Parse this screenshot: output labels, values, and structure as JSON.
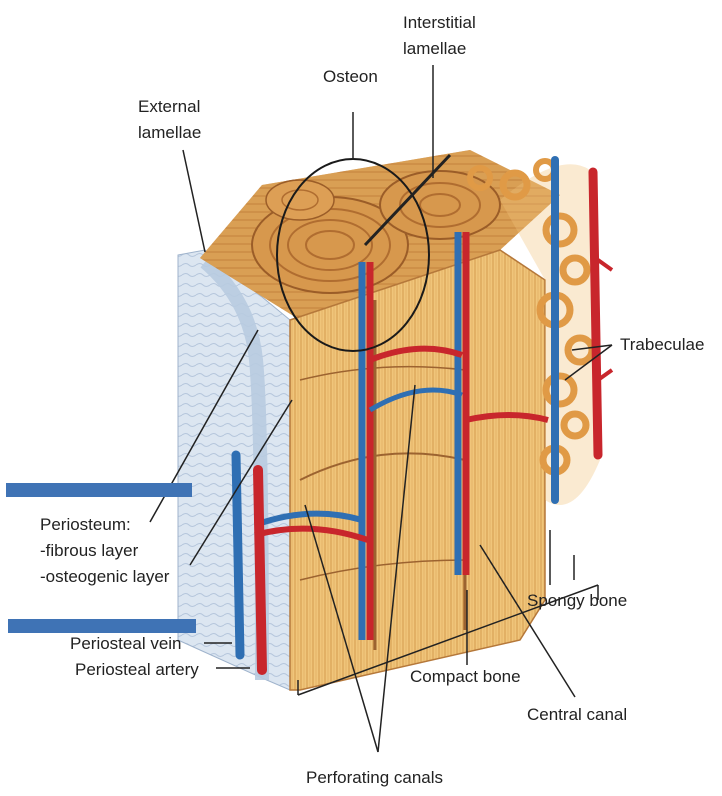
{
  "labels": {
    "interstitial_1": "Interstitial",
    "interstitial_2": "lamellae",
    "osteon": "Osteon",
    "external_1": "External",
    "external_2": "lamellae",
    "trabeculae": "Trabeculae",
    "periosteum_1": "Periosteum:",
    "periosteum_2": "-fibrous layer",
    "periosteum_3": "-osteogenic layer",
    "periosteal_vein": "Periosteal vein",
    "periosteal_artery": "Periosteal artery",
    "spongy_bone": "Spongy bone",
    "compact_bone": "Compact bone",
    "central_canal": "Central canal",
    "perforating_canals": "Perforating canals"
  },
  "colors": {
    "bone_face": "#e7b86c",
    "bone_top": "#c9863f",
    "periosteum": "#c9d6e6",
    "artery": "#c8262c",
    "vein": "#2f6fb3",
    "trabeculae": "#e9a652",
    "redaction_bar": "#3f73b5"
  }
}
